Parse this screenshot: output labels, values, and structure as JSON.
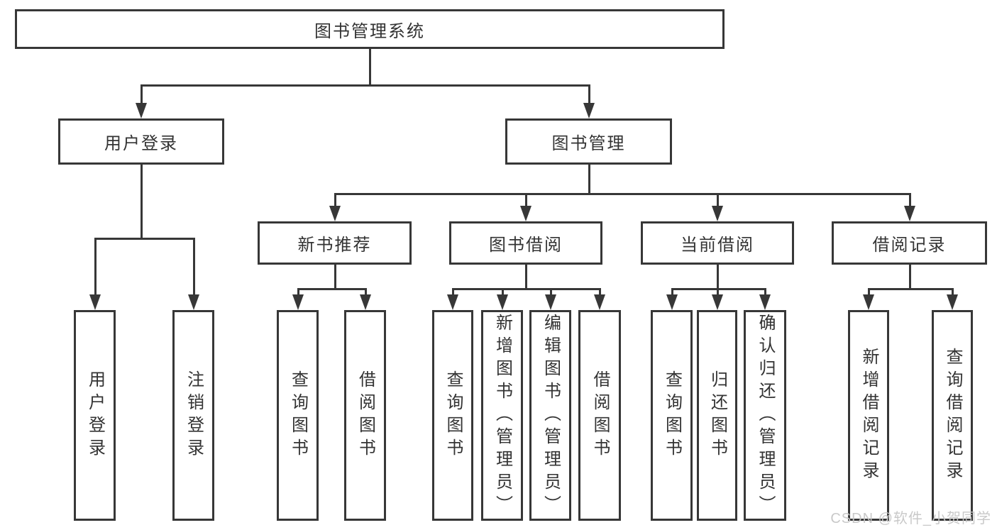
{
  "colors": {
    "line": "#373737",
    "box_border": "#373737",
    "text": "#333333",
    "background": "#ffffff",
    "watermark": "#c6c6c6"
  },
  "watermark": {
    "text": "CSDN @软件_小贺同学"
  },
  "tree": {
    "root": {
      "label": "图书管理系统",
      "children": [
        {
          "label": "用户登录",
          "children": [
            {
              "label": "用户登录"
            },
            {
              "label": "注销登录"
            }
          ]
        },
        {
          "label": "图书管理",
          "children": [
            {
              "label": "新书推荐",
              "children": [
                {
                  "label": "查询图书"
                },
                {
                  "label": "借阅图书"
                }
              ]
            },
            {
              "label": "图书借阅",
              "children": [
                {
                  "label": "查询图书"
                },
                {
                  "label": "新增图书（管理员）"
                },
                {
                  "label": "编辑图书（管理员）"
                },
                {
                  "label": "借阅图书"
                }
              ]
            },
            {
              "label": "当前借阅",
              "children": [
                {
                  "label": "查询图书"
                },
                {
                  "label": "归还图书"
                },
                {
                  "label": "确认归还（管理员）"
                }
              ]
            },
            {
              "label": "借阅记录",
              "children": [
                {
                  "label": "新增借阅记录"
                },
                {
                  "label": "查询借阅记录"
                }
              ]
            }
          ]
        }
      ]
    }
  }
}
